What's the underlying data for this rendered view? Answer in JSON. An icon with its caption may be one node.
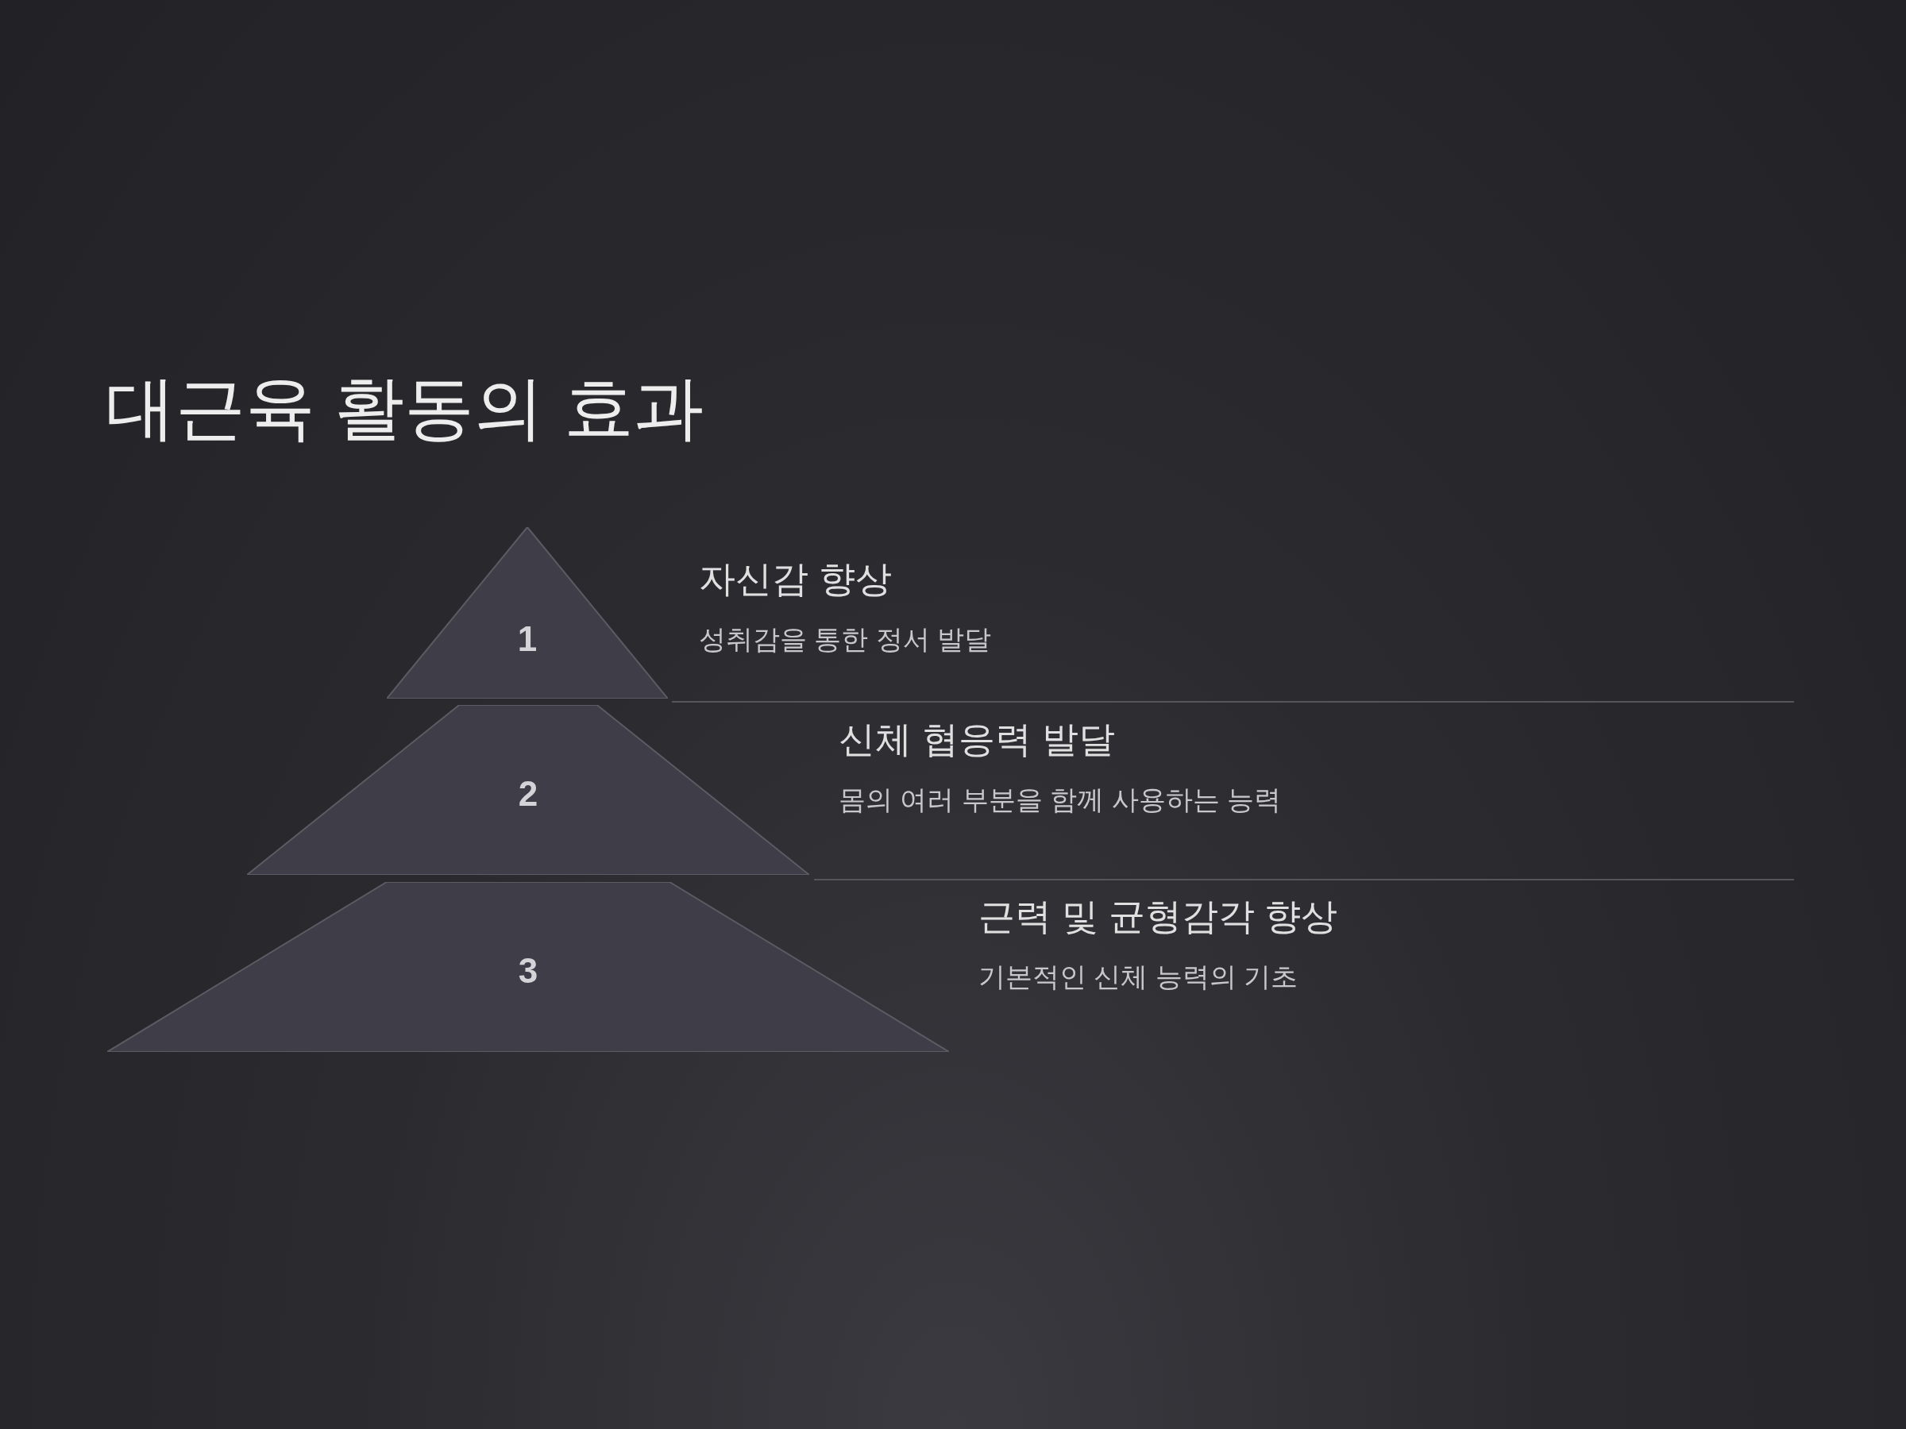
{
  "diagram": {
    "title": "대근육 활동의 효과",
    "nodes": [
      {
        "text": [
          "1"
        ],
        "beside": [
          "자신감 향상",
          "성취감을 통한 정서 발달"
        ]
      },
      {
        "text": [
          "2"
        ],
        "beside": [
          "신체 협응력 발달",
          "몸의 여러 부분을 함께 사용하는 능력"
        ]
      },
      {
        "text": [
          "3"
        ],
        "beside": [
          "근력 및 균형감각 향상",
          "기본적인 신체 능력의 기초"
        ]
      }
    ]
  }
}
